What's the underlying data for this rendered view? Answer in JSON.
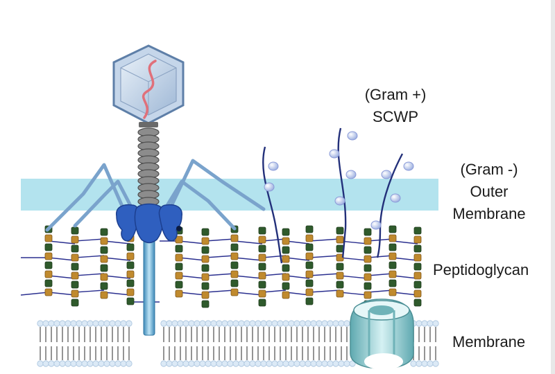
{
  "labels": {
    "gram_pos_line1": "(Gram +)",
    "gram_pos_line2": "SCWP",
    "gram_neg_line1": "(Gram -)",
    "gram_neg_line2": "Outer",
    "gram_neg_line3": "Membrane",
    "peptidoglycan": "Peptidoglycan",
    "membrane": "Membrane"
  },
  "colors": {
    "outer_membrane": "#b3e3ee",
    "phage_head": "#a9c3df",
    "phage_tail": "#7d7d7d",
    "tail_fibers": "#8ab0d4",
    "baseplate": "#2f5fbf",
    "tail_tube": "#6fb6d9",
    "glycan_green": "#2f5a2c",
    "peptide_orange": "#c08a2e",
    "crosslink": "#2a2f8f",
    "scwp_chain": "#23307a",
    "scwp_bead": "#c7d2f0",
    "lipid_head": "#dbe9f6",
    "lipid_tail": "#7a7a7a",
    "pore": "#9fd5d9"
  }
}
